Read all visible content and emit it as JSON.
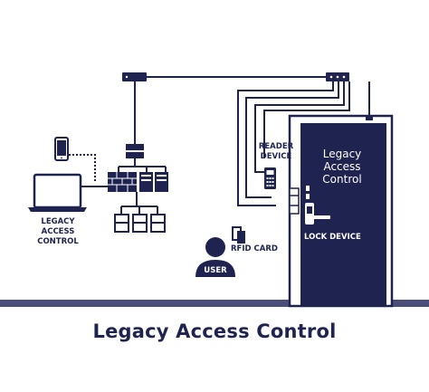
{
  "labels": {
    "legacy_control_left": [
      "LEGACY",
      "ACCESS",
      "CONTROL"
    ],
    "reader_device": [
      "READER",
      "DEVICE"
    ],
    "door_title": [
      "Legacy",
      "Access",
      "Control"
    ],
    "lock_device": "LOCK DEVICE",
    "rfid_card": "RFID CARD",
    "user": "USER"
  },
  "caption": "Legacy Access Control",
  "colors": {
    "navy": "#1f2350",
    "floor": "#4a4e78",
    "white": "#ffffff"
  }
}
